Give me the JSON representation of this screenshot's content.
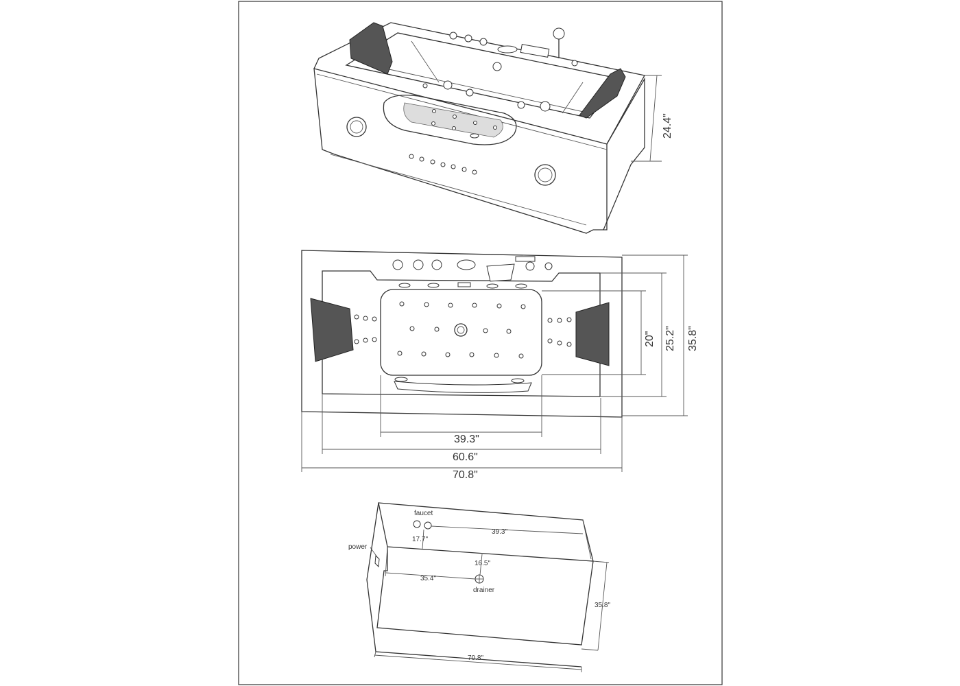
{
  "perspective_view": {
    "height_label": "24.4\""
  },
  "top_view": {
    "inner_basin_length": "39.3\"",
    "inner_length": "60.6\"",
    "overall_length": "70.8\"",
    "inner_basin_width": "20\"",
    "inner_width": "25.2\"",
    "overall_width": "35.8\""
  },
  "bottom_view": {
    "faucet_label": "faucet",
    "faucet_distance": "39.3\"",
    "faucet_offset": "17.7\"",
    "power_label": "power",
    "drain_offset": "16.5\"",
    "drain_distance": "35.4\"",
    "drain_label": "drainer",
    "width": "35.8\"",
    "length": "70.8\""
  },
  "colors": {
    "outline": "#333333",
    "pillow": "#555555",
    "background": "#ffffff"
  }
}
